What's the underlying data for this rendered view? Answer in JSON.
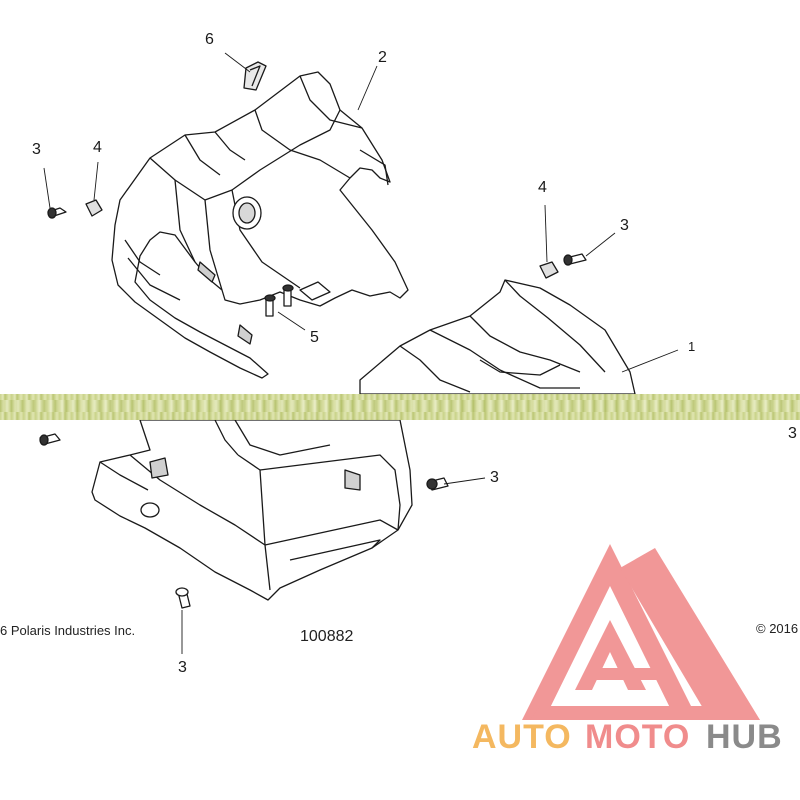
{
  "callouts": [
    {
      "id": "c6",
      "label": "6"
    },
    {
      "id": "c2",
      "label": "2"
    },
    {
      "id": "c3a",
      "label": "3"
    },
    {
      "id": "c4a",
      "label": "4"
    },
    {
      "id": "c4b",
      "label": "4"
    },
    {
      "id": "c3b",
      "label": "3"
    },
    {
      "id": "c1",
      "label": "1"
    },
    {
      "id": "c5",
      "label": "5"
    },
    {
      "id": "c3c",
      "label": "3"
    },
    {
      "id": "c3d",
      "label": "3"
    },
    {
      "id": "c3e",
      "label": "3"
    }
  ],
  "footer": {
    "copyright_left": "6 Polaris Industries Inc.",
    "diagram_number": "100882",
    "copyright_right": "© 2016"
  },
  "watermark": {
    "text_auto": "AUTO",
    "text_moto": "MOTO",
    "text_hub": "HUB",
    "color_auto": "#f4b860",
    "color_moto": "#f08c8c",
    "color_hub": "#8a8a8a",
    "logo_color": "#f08c8c",
    "logo_icon": "triangle-m-logo"
  }
}
